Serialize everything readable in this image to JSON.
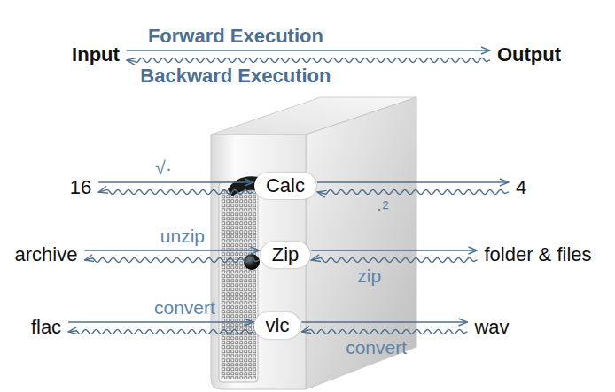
{
  "diagram": {
    "nodes": [
      {
        "text": [
          "Input"
        ]
      },
      {
        "text": [
          "Output"
        ]
      },
      {
        "text": [
          "16"
        ]
      },
      {
        "text": [
          "Calc"
        ]
      },
      {
        "text": [
          "4"
        ]
      },
      {
        "text": [
          "archive"
        ]
      },
      {
        "text": [
          "Zip"
        ]
      },
      {
        "text": [
          "folder & files"
        ]
      },
      {
        "text": [
          "flac"
        ]
      },
      {
        "text": [
          "vlc"
        ]
      },
      {
        "text": [
          "wav"
        ]
      }
    ],
    "edges": [
      {
        "from": 0,
        "to": 1,
        "label": "Forward Execution",
        "arrow": "to"
      },
      {
        "from": 1,
        "to": 0,
        "label": "Backward Execution",
        "arrow": "to"
      },
      {
        "from": 2,
        "to": 3,
        "label": "√·",
        "arrow": "to"
      },
      {
        "from": 3,
        "to": 4,
        "arrow": "to"
      },
      {
        "from": 4,
        "to": 3,
        "label": "·²",
        "arrow": "to"
      },
      {
        "from": 3,
        "to": 2,
        "arrow": "to"
      },
      {
        "from": 5,
        "to": 6,
        "label": "unzip",
        "arrow": "to"
      },
      {
        "from": 6,
        "to": 7,
        "arrow": "to"
      },
      {
        "from": 7,
        "to": 6,
        "label": "zip",
        "arrow": "to"
      },
      {
        "from": 6,
        "to": 5,
        "arrow": "to"
      },
      {
        "from": 8,
        "to": 9,
        "label": "convert",
        "arrow": "to"
      },
      {
        "from": 9,
        "to": 10,
        "arrow": "to"
      },
      {
        "from": 10,
        "to": 9,
        "label": "convert",
        "arrow": "to"
      },
      {
        "from": 9,
        "to": 8,
        "arrow": "to"
      }
    ]
  }
}
